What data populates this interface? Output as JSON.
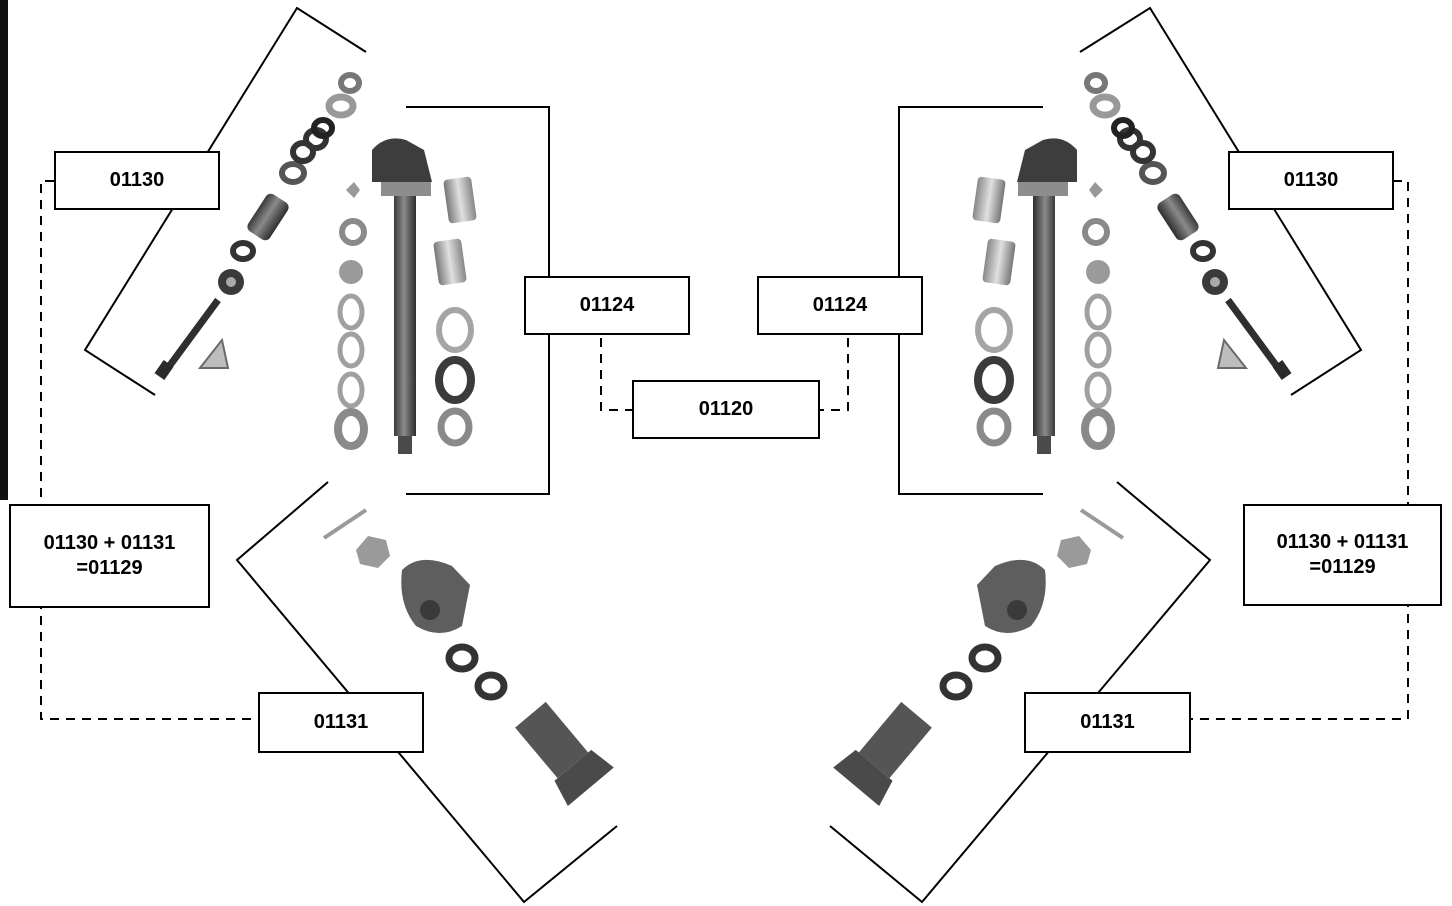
{
  "labels": {
    "part_01130_left": "01130",
    "part_01130_right": "01130",
    "part_01124_left": "01124",
    "part_01124_right": "01124",
    "part_01120": "01120",
    "combo_left_line1": "01130 + 01131",
    "combo_left_line2": "=01129",
    "combo_right_line1": "01130 + 01131",
    "combo_right_line2": "=01129",
    "part_01131_left": "01131",
    "part_01131_right": "01131"
  },
  "icons": [
    "king-pin",
    "bushing",
    "thrust-washer",
    "shim",
    "castle-nut",
    "lock-washer",
    "cotter-pin",
    "draw-key",
    "bolt",
    "steering-knuckle-cap"
  ],
  "colors": {
    "part_dark": "#3c3c3c",
    "part_mid": "#7a7a7a",
    "part_light": "#bdbdbd",
    "line": "#000000"
  }
}
